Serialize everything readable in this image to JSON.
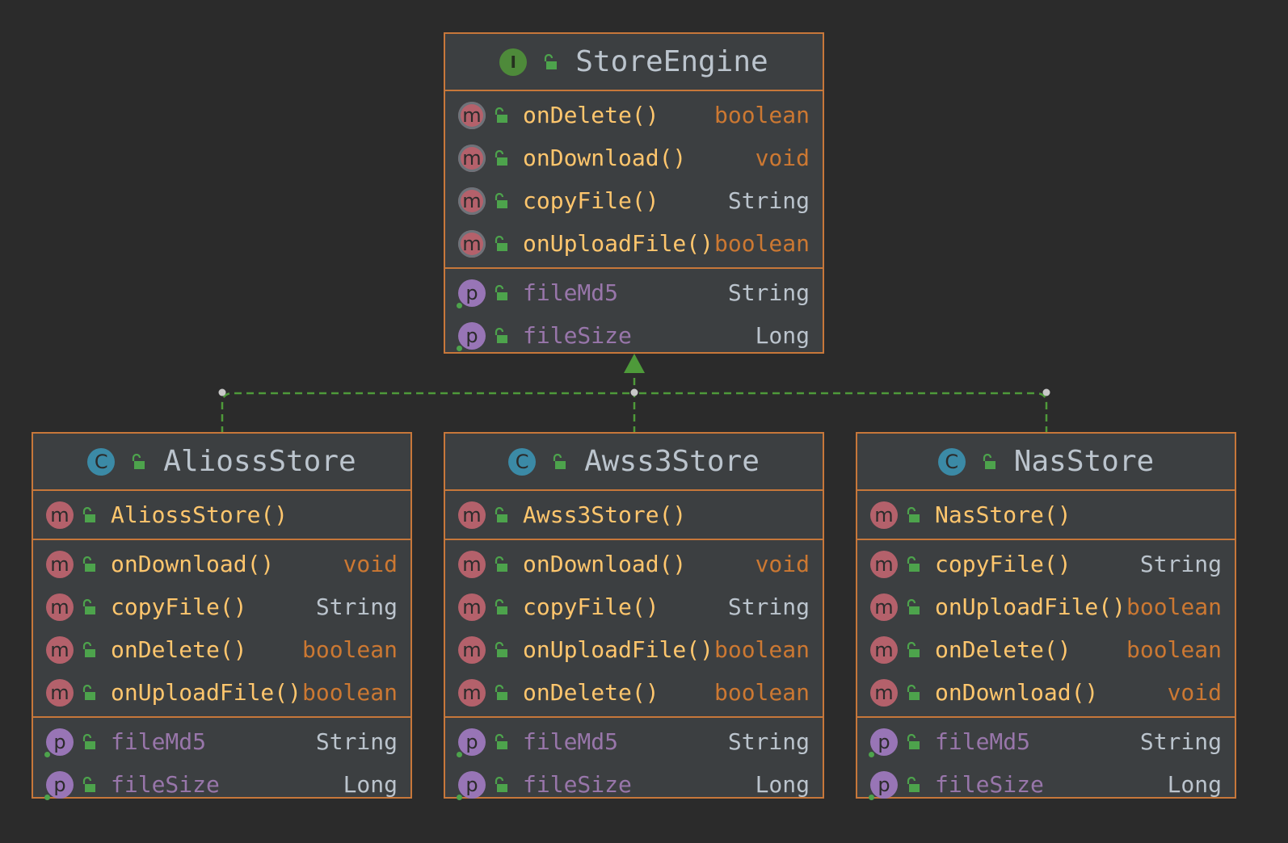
{
  "colors": {
    "background": "#2b2b2b",
    "box_fill": "#3c3f41",
    "border": "#c7773a",
    "method_text": "#ffc66d",
    "property_text": "#9876aa",
    "keyword_type": "#cc7832",
    "class_type": "#bbc4cd",
    "edge": "#4e9a3a"
  },
  "diagram": {
    "interface": {
      "name": "StoreEngine",
      "badge": "I",
      "badge_icon": "interface-icon",
      "methods": [
        {
          "badge": "m",
          "name": "onDelete()",
          "type": "boolean"
        },
        {
          "badge": "m",
          "name": "onDownload()",
          "type": "void"
        },
        {
          "badge": "m",
          "name": "copyFile()",
          "type": "String"
        },
        {
          "badge": "m",
          "name": "onUploadFile()",
          "type": "boolean"
        }
      ],
      "properties": [
        {
          "badge": "p",
          "name": "fileMd5",
          "type": "String"
        },
        {
          "badge": "p",
          "name": "fileSize",
          "type": "Long"
        }
      ]
    },
    "classes": [
      {
        "name": "AliossStore",
        "badge": "C",
        "constructor": {
          "badge": "m",
          "name": "AliossStore()"
        },
        "methods": [
          {
            "badge": "m",
            "name": "onDownload()",
            "type": "void"
          },
          {
            "badge": "m",
            "name": "copyFile()",
            "type": "String"
          },
          {
            "badge": "m",
            "name": "onDelete()",
            "type": "boolean"
          },
          {
            "badge": "m",
            "name": "onUploadFile()",
            "type": "boolean"
          }
        ],
        "properties": [
          {
            "badge": "p",
            "name": "fileMd5",
            "type": "String"
          },
          {
            "badge": "p",
            "name": "fileSize",
            "type": "Long"
          }
        ]
      },
      {
        "name": "Awss3Store",
        "badge": "C",
        "constructor": {
          "badge": "m",
          "name": "Awss3Store()"
        },
        "methods": [
          {
            "badge": "m",
            "name": "onDownload()",
            "type": "void"
          },
          {
            "badge": "m",
            "name": "copyFile()",
            "type": "String"
          },
          {
            "badge": "m",
            "name": "onUploadFile()",
            "type": "boolean"
          },
          {
            "badge": "m",
            "name": "onDelete()",
            "type": "boolean"
          }
        ],
        "properties": [
          {
            "badge": "p",
            "name": "fileMd5",
            "type": "String"
          },
          {
            "badge": "p",
            "name": "fileSize",
            "type": "Long"
          }
        ]
      },
      {
        "name": "NasStore",
        "badge": "C",
        "constructor": {
          "badge": "m",
          "name": "NasStore()"
        },
        "methods": [
          {
            "badge": "m",
            "name": "copyFile()",
            "type": "String"
          },
          {
            "badge": "m",
            "name": "onUploadFile()",
            "type": "boolean"
          },
          {
            "badge": "m",
            "name": "onDelete()",
            "type": "boolean"
          },
          {
            "badge": "m",
            "name": "onDownload()",
            "type": "void"
          }
        ],
        "properties": [
          {
            "badge": "p",
            "name": "fileMd5",
            "type": "String"
          },
          {
            "badge": "p",
            "name": "fileSize",
            "type": "Long"
          }
        ]
      }
    ],
    "edges": [
      {
        "from": "AliossStore",
        "to": "StoreEngine",
        "kind": "implements"
      },
      {
        "from": "Awss3Store",
        "to": "StoreEngine",
        "kind": "implements"
      },
      {
        "from": "NasStore",
        "to": "StoreEngine",
        "kind": "implements"
      }
    ]
  }
}
